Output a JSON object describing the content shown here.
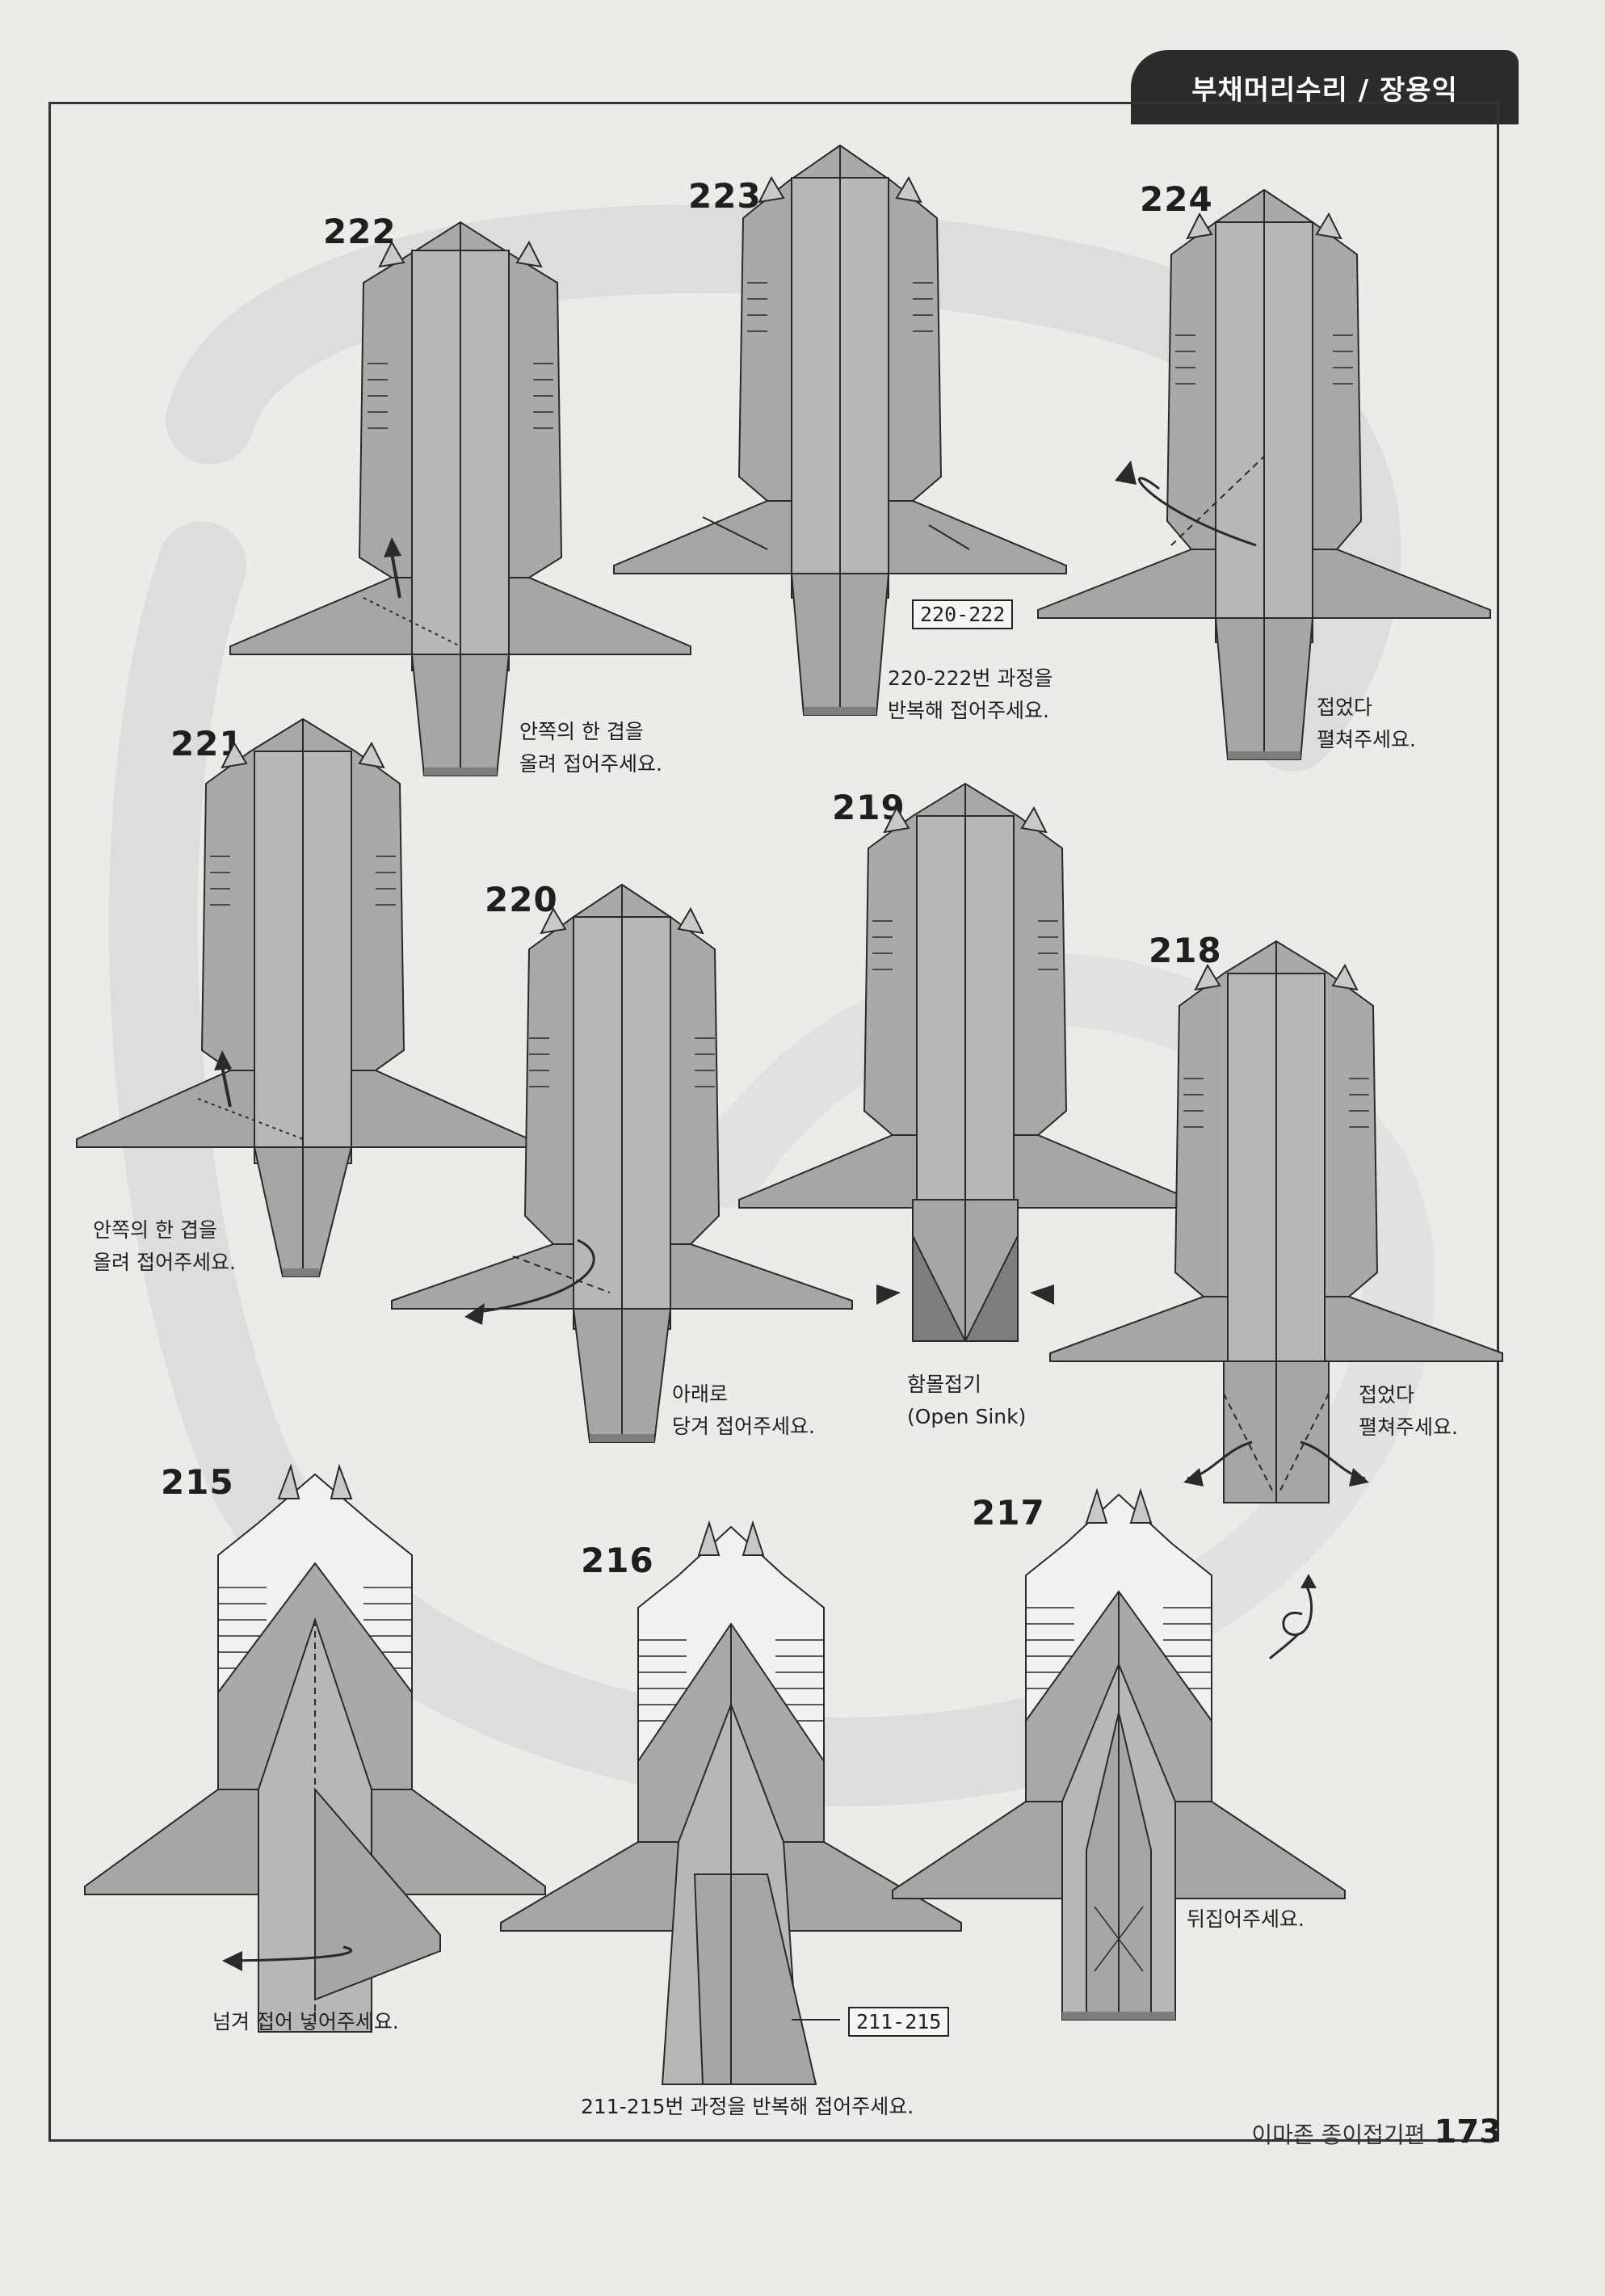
{
  "header": {
    "title": "부채머리수리 / 장용익"
  },
  "colors": {
    "paper": "#a6a6a6",
    "paper_light": "#c9c9c9",
    "paper_dark": "#7d7d7d",
    "line": "#2a2a2a",
    "background": "#ecebe8",
    "tab": "#2b2b2b"
  },
  "steps": [
    {
      "number": "222",
      "note": [
        "안쪽의 한 겹을",
        "올려 접어주세요."
      ]
    },
    {
      "number": "223",
      "note": [
        "220-222번 과정을",
        "반복해 접어주세요."
      ],
      "ref": "220-222"
    },
    {
      "number": "224",
      "note": [
        "접었다",
        "펼쳐주세요."
      ]
    },
    {
      "number": "221",
      "note": [
        "안쪽의 한 겹을",
        "올려 접어주세요."
      ]
    },
    {
      "number": "220",
      "note": [
        "아래로",
        "당겨 접어주세요."
      ]
    },
    {
      "number": "219",
      "note": [
        "함몰접기",
        "(Open Sink)"
      ]
    },
    {
      "number": "218",
      "note": [
        "접었다",
        "펼쳐주세요."
      ]
    },
    {
      "number": "215",
      "note": [
        "넘겨 접어 넣어주세요."
      ]
    },
    {
      "number": "216",
      "note": [
        "211-215번 과정을 반복해 접어주세요."
      ],
      "ref": "211-215"
    },
    {
      "number": "217",
      "note": [
        "뒤집어주세요."
      ]
    }
  ],
  "footer": {
    "book": "이마존 종이접기편",
    "page": "173"
  }
}
